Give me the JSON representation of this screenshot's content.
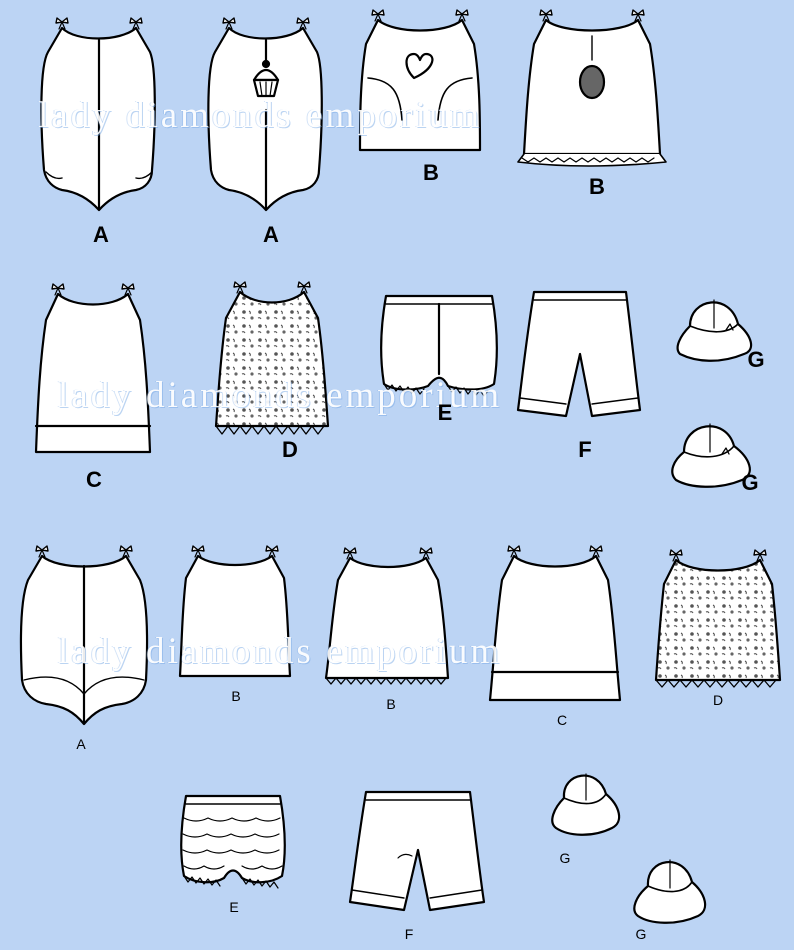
{
  "background_color": "#bcd4f4",
  "line_color": "#000000",
  "watermark_text": "lady diamonds emporium",
  "labels": {
    "r1_a1": "A",
    "r1_a2": "A",
    "r1_b1": "B",
    "r1_b2": "B",
    "r2_c": "C",
    "r2_d": "D",
    "r2_e": "E",
    "r2_f": "F",
    "r2_g1": "G",
    "r2_g2": "G",
    "r3_a": "A",
    "r3_b1": "B",
    "r3_b2": "B",
    "r3_c": "C",
    "r3_d": "D",
    "r4_e": "E",
    "r4_f": "F",
    "r4_g1": "G",
    "r4_g2": "G"
  },
  "icons": [
    "romper-icon",
    "top-icon",
    "bloomer-icon",
    "shorts-icon",
    "hat-icon",
    "bow-icon",
    "cupcake-icon",
    "heart-icon"
  ]
}
